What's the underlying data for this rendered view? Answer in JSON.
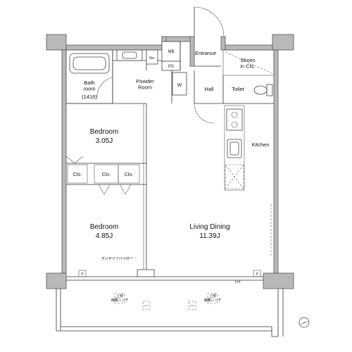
{
  "rooms": {
    "bath_name": "Bath\nroom",
    "bath_size": "(1416)",
    "powder_room": "Powder\nRoom",
    "bedroom1_name": "Bedroom",
    "bedroom1_size": "3.05J",
    "bedroom2_name": "Bedroom",
    "bedroom2_size": "4.85J",
    "living_name": "Living Dining",
    "living_size": "11.39J",
    "kitchen": "Kitchen",
    "entrance": "Entrance",
    "hall": "Hall",
    "toilet": "Toilet",
    "shoes": "Shoes\nin Clo."
  },
  "tags": {
    "mb": "MB",
    "ps": "PS",
    "sto": "Sto.",
    "w": "W",
    "clo1": "Clo.",
    "clo2": "Clo.",
    "clo3": "Clo.",
    "p_left": "P",
    "p_right": "P",
    "fix": "FIX",
    "laundry_hanger": "ランドリーハンガー",
    "vent_note": "上部\n避難ハッチ"
  },
  "icons": [
    "door-swing-icon",
    "bathtub-icon",
    "sink-icon",
    "toilet-icon",
    "stove-icon",
    "north-arrow-icon"
  ]
}
